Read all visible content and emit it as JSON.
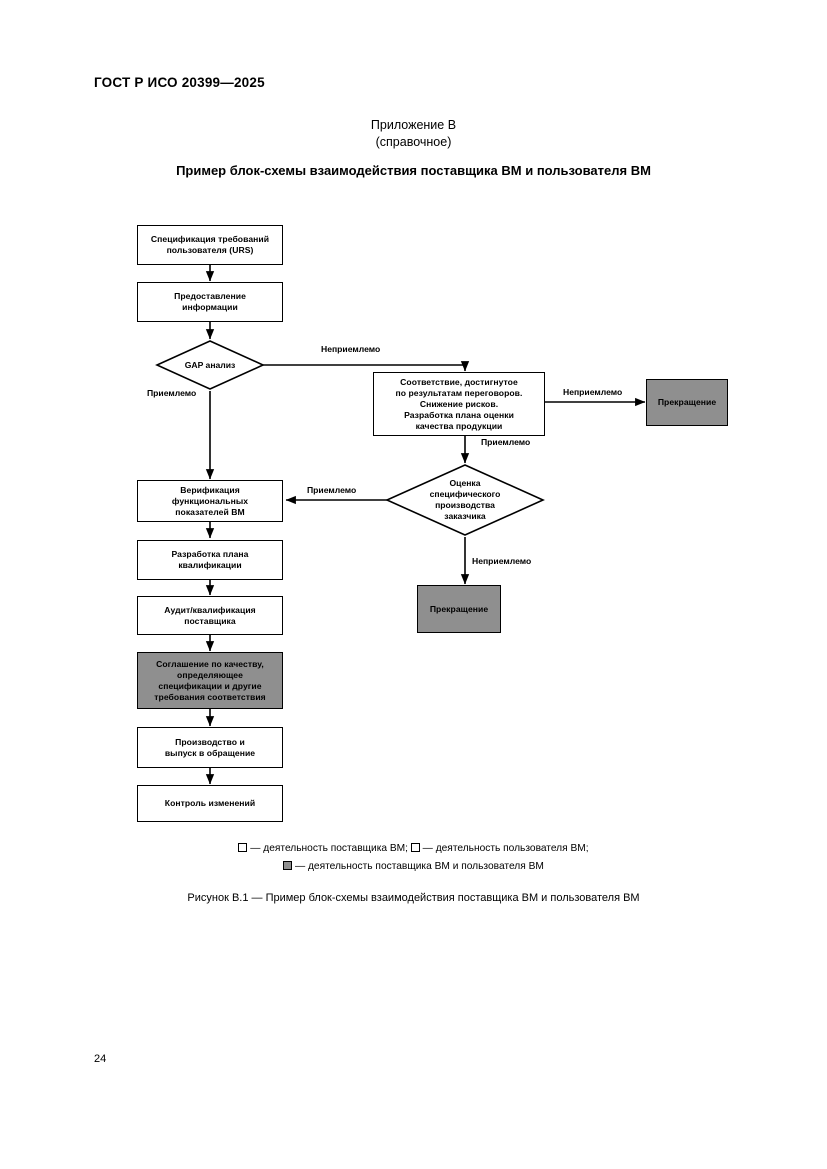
{
  "document": {
    "header": "ГОСТ Р ИСО 20399—2025",
    "page_number": "24",
    "annex_title": "Приложение В",
    "annex_kind": "(справочное)",
    "annex_heading": "Пример блок-схемы взаимодействия поставщика ВМ и пользователя ВМ",
    "figure_caption": "Рисунок В.1 — Пример блок-схемы взаимодействия поставщика ВМ и пользователя ВМ"
  },
  "legend": {
    "item1_marker": "white-square",
    "item1_text": "— деятельность поставщика ВМ;",
    "item2_marker": "white-square",
    "item2_text": "— деятельность пользователя ВМ;",
    "item3_marker": "gray-square",
    "item3_text": "— деятельность поставщика ВМ и пользователя ВМ"
  },
  "colors": {
    "gray_fill": "#8f8f8f",
    "stroke": "#000000",
    "paper": "#ffffff"
  },
  "flowchart": {
    "type": "flowchart",
    "nodes": [
      {
        "id": "urs",
        "shape": "rect",
        "fill": "white",
        "text": "Спецификация требований пользователя (URS)"
      },
      {
        "id": "info",
        "shape": "rect",
        "fill": "white",
        "text": "Предоставление информации"
      },
      {
        "id": "gap",
        "shape": "diamond",
        "fill": "white",
        "text": "GAP анализ"
      },
      {
        "id": "conformance",
        "shape": "rect",
        "fill": "white",
        "text": "Соответствие, достигнутое по результатам переговоров. Снижение рисков. Разработка плана оценки качества продукции"
      },
      {
        "id": "stop1",
        "shape": "rect",
        "fill": "gray",
        "text": "Прекращение"
      },
      {
        "id": "assessment",
        "shape": "diamond",
        "fill": "white",
        "text": "Оценка специфического производства заказчика"
      },
      {
        "id": "verification",
        "shape": "rect",
        "fill": "white",
        "text": "Верификация функциональных показателей ВМ"
      },
      {
        "id": "stop2",
        "shape": "rect",
        "fill": "gray",
        "text": "Прекращение"
      },
      {
        "id": "qualplan",
        "shape": "rect",
        "fill": "white",
        "text": "Разработка плана квалификации"
      },
      {
        "id": "audit",
        "shape": "rect",
        "fill": "white",
        "text": "Аудит/квалификация поставщика"
      },
      {
        "id": "agreement",
        "shape": "rect",
        "fill": "gray",
        "text": "Соглашение по качеству, определяющее спецификации и другие требования соответствия"
      },
      {
        "id": "production",
        "shape": "rect",
        "fill": "white",
        "text": "Производство и выпуск в обращение"
      },
      {
        "id": "change",
        "shape": "rect",
        "fill": "white",
        "text": "Контроль изменений"
      }
    ],
    "node_text": {
      "urs_l1": "Спецификация требований",
      "urs_l2": "пользователя (URS)",
      "info_l1": "Предоставление",
      "info_l2": "информации",
      "gap_l1": "GAP анализ",
      "conf_l1": "Соответствие, достигнутое",
      "conf_l2": "по результатам переговоров.",
      "conf_l3": "Снижение рисков.",
      "conf_l4": "Разработка плана оценки",
      "conf_l5": "качества продукции",
      "stop1_l1": "Прекращение",
      "assess_l1": "Оценка",
      "assess_l2": "специфического",
      "assess_l3": "производства",
      "assess_l4": "заказчика",
      "verif_l1": "Верификация",
      "verif_l2": "функциональных",
      "verif_l3": "показателей ВМ",
      "stop2_l1": "Прекращение",
      "qualplan_l1": "Разработка плана",
      "qualplan_l2": "квалификации",
      "audit_l1": "Аудит/квалификация",
      "audit_l2": "поставщика",
      "agree_l1": "Соглашение по качеству,",
      "agree_l2": "определяющее",
      "agree_l3": "спецификации и другие",
      "agree_l4": "требования соответствия",
      "prod_l1": "Производство и",
      "prod_l2": "выпуск в обращение",
      "change_l1": "Контроль изменений"
    },
    "edge_labels": {
      "gap_reject": "Неприемлемо",
      "gap_accept": "Приемлемо",
      "conf_reject": "Неприемлемо",
      "conf_accept": "Приемлемо",
      "assess_accept": "Приемлемо",
      "assess_reject": "Неприемлемо"
    },
    "edges": [
      {
        "from": "urs",
        "to": "info",
        "label": ""
      },
      {
        "from": "info",
        "to": "gap",
        "label": ""
      },
      {
        "from": "gap",
        "to": "conformance",
        "label": "Неприемлемо"
      },
      {
        "from": "gap",
        "to": "verification",
        "label": "Приемлемо"
      },
      {
        "from": "conformance",
        "to": "stop1",
        "label": "Неприемлемо"
      },
      {
        "from": "conformance",
        "to": "assessment",
        "label": "Приемлемо"
      },
      {
        "from": "assessment",
        "to": "verification",
        "label": "Приемлемо"
      },
      {
        "from": "assessment",
        "to": "stop2",
        "label": "Неприемлемо"
      },
      {
        "from": "verification",
        "to": "qualplan",
        "label": ""
      },
      {
        "from": "qualplan",
        "to": "audit",
        "label": ""
      },
      {
        "from": "audit",
        "to": "agreement",
        "label": ""
      },
      {
        "from": "agreement",
        "to": "production",
        "label": ""
      },
      {
        "from": "production",
        "to": "change",
        "label": ""
      }
    ]
  }
}
